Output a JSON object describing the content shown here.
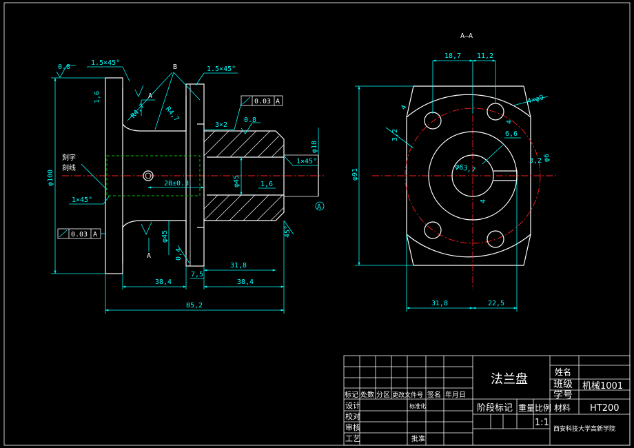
{
  "views": {
    "section_label": "A—A",
    "main": {
      "dims": {
        "d85_2": "85,2",
        "d38_4_left": "38,4",
        "d7_5": "7,5",
        "d38_4_right": "38,4",
        "d31_8": "31,8",
        "d28": "28±0.3",
        "phi100": "φ100",
        "phi45": "φ45",
        "phi45b": "φ45",
        "phi18": "φ18",
        "r47a": "R4,7",
        "r47b": "R4,7",
        "chamfer_top_left": "1.5×45°",
        "chamfer_top_right": "1.5×45°",
        "chamfer_bottom_left": "1×45°",
        "chamfer_right": "1×45°",
        "dim_3x2": "3×2",
        "dim_1_6_left": "1,6",
        "dim_1_6_mid": "1,6",
        "dim_0_4": "0,4",
        "dim_45deg": "45°",
        "rough_08_left": "0.8",
        "rough_08_mid": "0.8",
        "label_b": "B",
        "label_a1": "A",
        "label_a2": "A",
        "label_a_datum": "A",
        "tol_left_val": "0.03",
        "tol_left_ref": "A",
        "tol_right_val": "0.03",
        "tol_right_ref": "A",
        "engrave": "刻字",
        "engrave2": "刻线"
      }
    },
    "section": {
      "dims": {
        "d18_7": "18,7",
        "d11_2": "11,2",
        "d6_6": "6,6",
        "d3_2a": "3,2",
        "d3_2b": "3,2",
        "phi91": "φ91",
        "phi63": "φ63,7",
        "holes": "4×φ9",
        "d31_8": "31,8",
        "d22_5": "22,5",
        "d4a": "4",
        "d4b": "4",
        "d4c": "4",
        "phi6": "φ6"
      }
    }
  },
  "title_block": {
    "part_name": "法兰盘",
    "name_label": "姓名",
    "class_label": "班级",
    "class_value": "机械1001",
    "id_label": "学号",
    "material_label": "材料",
    "material_value": "HT200",
    "stage_label": "阶段标记",
    "weight_label": "重量",
    "scale_label": "比例",
    "scale_value": "1:1",
    "school": "西安科技大学高新学院",
    "row_header": [
      "标记",
      "处数",
      "分区",
      "更改文件号",
      "签名",
      "年月日"
    ],
    "design": "设计",
    "standard": "标准化",
    "check": "校对",
    "review": "审核",
    "process": "工艺",
    "approve": "批准"
  }
}
